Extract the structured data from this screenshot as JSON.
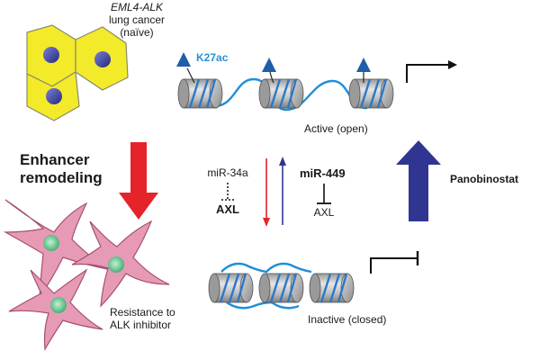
{
  "cell_top": {
    "gene": "EML4-ALK",
    "line2": "lung cancer",
    "line3": "(naïve)"
  },
  "left_labels": {
    "enhancer_1": "Enhancer",
    "enhancer_2": "remodeling",
    "resistance_1": "Resistance to",
    "resistance_2": "ALK inhibitor"
  },
  "chromatin": {
    "mark_label": "K27ac",
    "active_label": "Active (open)",
    "inactive_label": "Inactive (closed)"
  },
  "mirna_left": {
    "mirna": "miR-34a",
    "target": "AXL"
  },
  "mirna_right": {
    "mirna": "miR-449",
    "target": "AXL"
  },
  "drug": {
    "name": "Panobinostat"
  },
  "colors": {
    "cell_fill": "#f3ea2a",
    "cell_stroke": "#8a8a6a",
    "nucleus": "#3a3fa8",
    "star_fill": "#e79ab6",
    "star_stroke": "#a4506f",
    "star_nucleus": "#5fbf86",
    "red_arrow": "#e4232a",
    "blue_arrow": "#2f3591",
    "dna": "#1f8fd8",
    "triangle": "#1f5ea8",
    "k27ac_text": "#2b8fd6"
  }
}
